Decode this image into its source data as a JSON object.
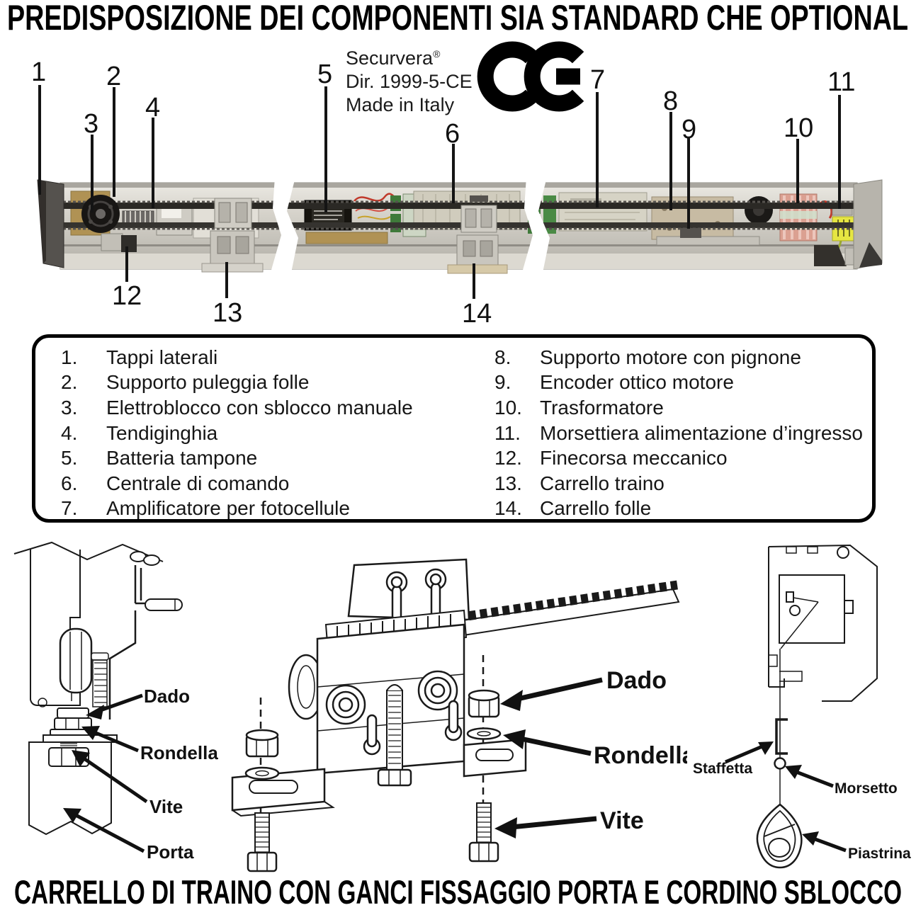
{
  "titles": {
    "top": "PREDISPOSIZIONE DEI COMPONENTI SIA STANDARD CHE OPTIONAL",
    "bottom": "CARRELLO DI TRAINO CON GANCI FISSAGGIO PORTA E CORDINO SBLOCCO"
  },
  "brand": {
    "name": "Securvera",
    "registered_mark": "®",
    "directive": "Dir. 1999-5-CE",
    "origin": "Made in Italy"
  },
  "icons": {
    "ce_mark": "CE-certification-mark"
  },
  "callouts": [
    "1",
    "2",
    "3",
    "4",
    "5",
    "6",
    "7",
    "8",
    "9",
    "10",
    "11",
    "12",
    "13",
    "14"
  ],
  "legend": {
    "left": [
      {
        "num": "1.",
        "label": "Tappi laterali"
      },
      {
        "num": "2.",
        "label": "Supporto puleggia folle"
      },
      {
        "num": "3.",
        "label": "Elettroblocco con sblocco manuale"
      },
      {
        "num": "4.",
        "label": "Tendiginghia"
      },
      {
        "num": "5.",
        "label": "Batteria tampone"
      },
      {
        "num": "6.",
        "label": "Centrale di comando"
      },
      {
        "num": "7.",
        "label": "Amplificatore per fotocellule"
      }
    ],
    "right": [
      {
        "num": "8.",
        "label": "Supporto motore con pignone"
      },
      {
        "num": "9.",
        "label": "Encoder ottico motore"
      },
      {
        "num": "10.",
        "label": "Trasformatore"
      },
      {
        "num": "11.",
        "label": "Morsettiera alimentazione d’ingresso"
      },
      {
        "num": "12.",
        "label": "Finecorsa meccanico"
      },
      {
        "num": "13.",
        "label": "Carrello traino"
      },
      {
        "num": "14.",
        "label": "Carrello folle"
      }
    ]
  },
  "diagram_labels": {
    "door_section": {
      "dado": "Dado",
      "rondella": "Rondella",
      "vite": "Vite",
      "porta": "Porta"
    },
    "exploded_carriage": {
      "dado": "Dado",
      "rondella": "Rondella",
      "vite": "Vite"
    },
    "release_cord": {
      "staffetta": "Staffetta",
      "morsetto": "Morsetto",
      "piastrina": "Piastrina"
    }
  },
  "colors": {
    "ink": "#111111",
    "brass": "#b09254",
    "transformer_pink": "#dba091",
    "terminal_yellow": "#e6e642",
    "pcb_green": "#3f7a3a",
    "rail_gray": "#c9c6be"
  }
}
